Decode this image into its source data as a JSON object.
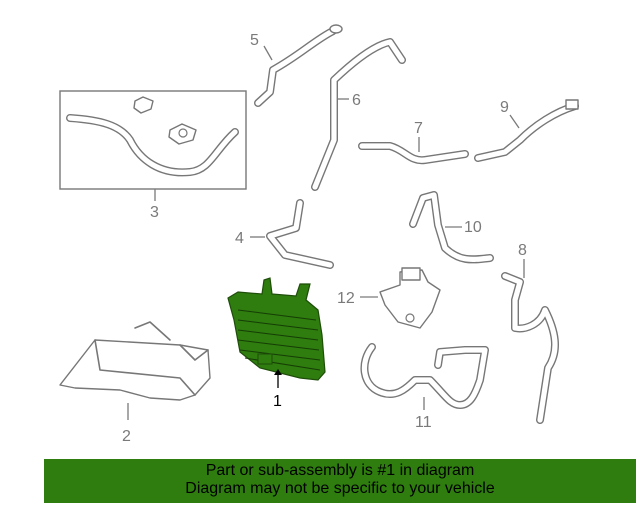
{
  "callouts": {
    "c1": "1",
    "c2": "2",
    "c3": "3",
    "c4": "4",
    "c5": "5",
    "c6": "6",
    "c7": "7",
    "c8": "8",
    "c9": "9",
    "c10": "10",
    "c11": "11",
    "c12": "12"
  },
  "highlight_color": "#2e7d0e",
  "banner": {
    "line1": "Part or sub-assembly is #1 in diagram",
    "line2": "Diagram may not be specific to your vehicle"
  }
}
